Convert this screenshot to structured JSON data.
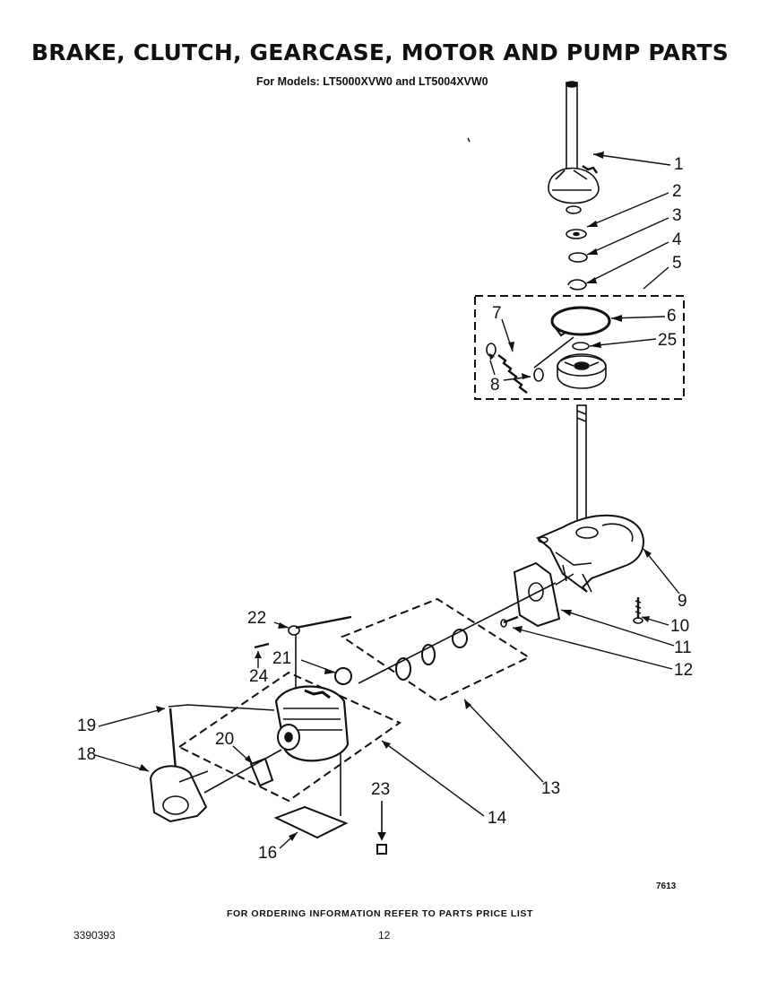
{
  "header": {
    "title": "BRAKE, CLUTCH, GEARCASE, MOTOR AND PUMP PARTS",
    "subtitle": "For Models: LT5000XVW0 and LT5004XVW0"
  },
  "callouts": {
    "c1": "1",
    "c2": "2",
    "c3": "3",
    "c4": "4",
    "c5": "5",
    "c6": "6",
    "c7": "7",
    "c8": "8",
    "c9": "9",
    "c10": "10",
    "c11": "11",
    "c12": "12",
    "c13": "13",
    "c14": "14",
    "c16": "16",
    "c18": "18",
    "c19": "19",
    "c20": "20",
    "c21": "21",
    "c22": "22",
    "c23": "23",
    "c24": "24",
    "c25": "25"
  },
  "footer": {
    "diagram_number": "7613",
    "order_info": "FOR ORDERING INFORMATION REFER TO PARTS PRICE LIST",
    "doc_number": "3390393",
    "page_number": "12"
  },
  "colors": {
    "ink": "#111111",
    "paper": "#ffffff"
  }
}
